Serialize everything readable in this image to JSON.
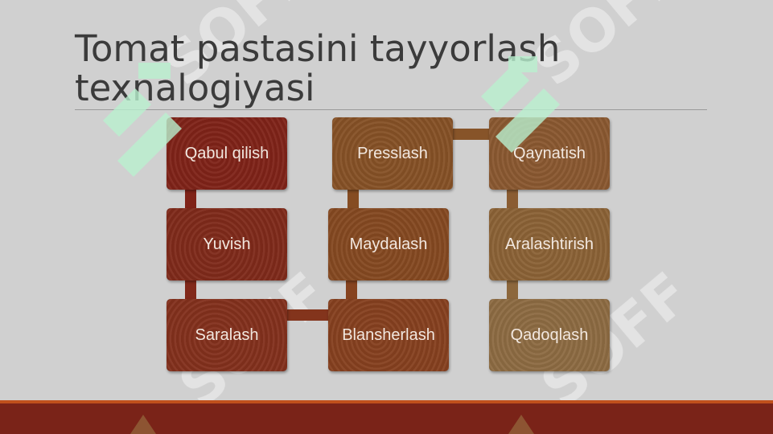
{
  "slide": {
    "title": "Tomat pastasini tayyorlash texnalogiyasi"
  },
  "process": {
    "steps": [
      {
        "label": "Qabul qilish",
        "color": "#7f2318"
      },
      {
        "label": "Yuvish",
        "color": "#7f2a1a"
      },
      {
        "label": "Saralash",
        "color": "#83301c"
      },
      {
        "label": "Blansherlash",
        "color": "#86401f"
      },
      {
        "label": "Maydalash",
        "color": "#854921"
      },
      {
        "label": "Presslash",
        "color": "#865126"
      },
      {
        "label": "Qaynatish",
        "color": "#8a5830"
      },
      {
        "label": "Aralashtirish",
        "color": "#8b6236"
      },
      {
        "label": "Qadoqlash",
        "color": "#8d6b42"
      }
    ]
  },
  "watermark": {
    "text": "SOFF",
    "colors": {
      "mint": "#b9f0cf",
      "light": "#e6e6e6",
      "dark_brown": "#8f5a35"
    }
  },
  "theme": {
    "background": "#d0d0d0",
    "footer": "#7a2318",
    "footer_accent": "#c0501c"
  }
}
